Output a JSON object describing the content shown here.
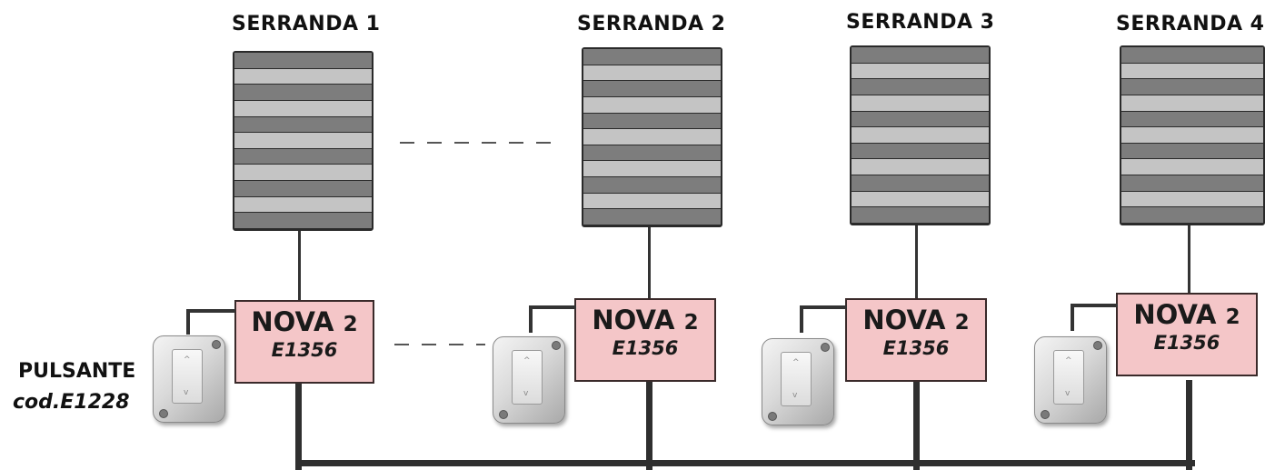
{
  "serrande": [
    {
      "title": "SERRANDA 1"
    },
    {
      "title": "SERRANDA 2"
    },
    {
      "title": "SERRANDA 3"
    },
    {
      "title": "SERRANDA 4"
    }
  ],
  "controller": {
    "name": "NOVA",
    "suffix": "2",
    "code": "E1356"
  },
  "pulsante": {
    "title": "PULSANTE",
    "code": "cod.E1228"
  },
  "colors": {
    "controller_fill": "#f4c6c8",
    "slat_dark": "#7d7d7d",
    "slat_light": "#c4c4c4"
  }
}
